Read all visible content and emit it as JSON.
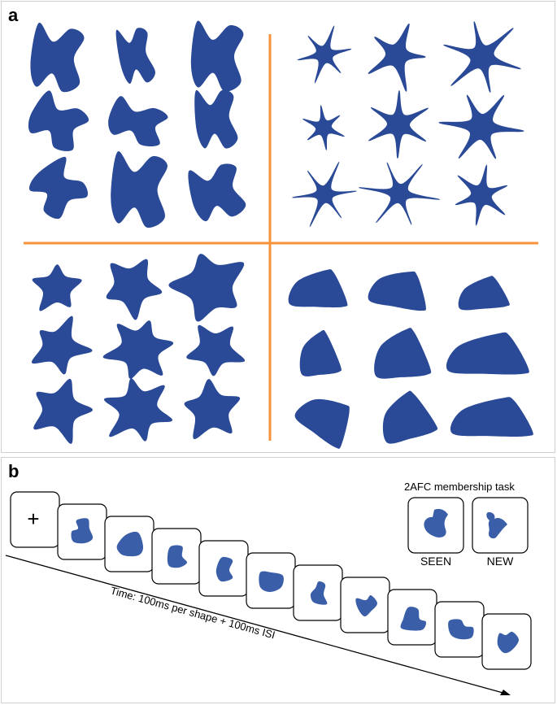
{
  "panel_a": {
    "label": "a",
    "divider_color": "#f7923a",
    "shape_color": "#2a4a97",
    "quadrants": [
      {
        "id": "top-left",
        "category": "bowtie",
        "count": 9
      },
      {
        "id": "top-right",
        "category": "star",
        "count": 9
      },
      {
        "id": "bottom-left",
        "category": "star-blob",
        "count": 9
      },
      {
        "id": "bottom-right",
        "category": "triangle-blob",
        "count": 9
      }
    ]
  },
  "panel_b": {
    "label": "b",
    "fixation_symbol": "+",
    "stream_frame_count": 11,
    "time_label": "Time: 100ms per shape + 100ms ISI",
    "task": {
      "title": "2AFC membership task",
      "options": [
        {
          "label": "SEEN"
        },
        {
          "label": "NEW"
        }
      ]
    },
    "shape_color": "#3a5fa8"
  }
}
